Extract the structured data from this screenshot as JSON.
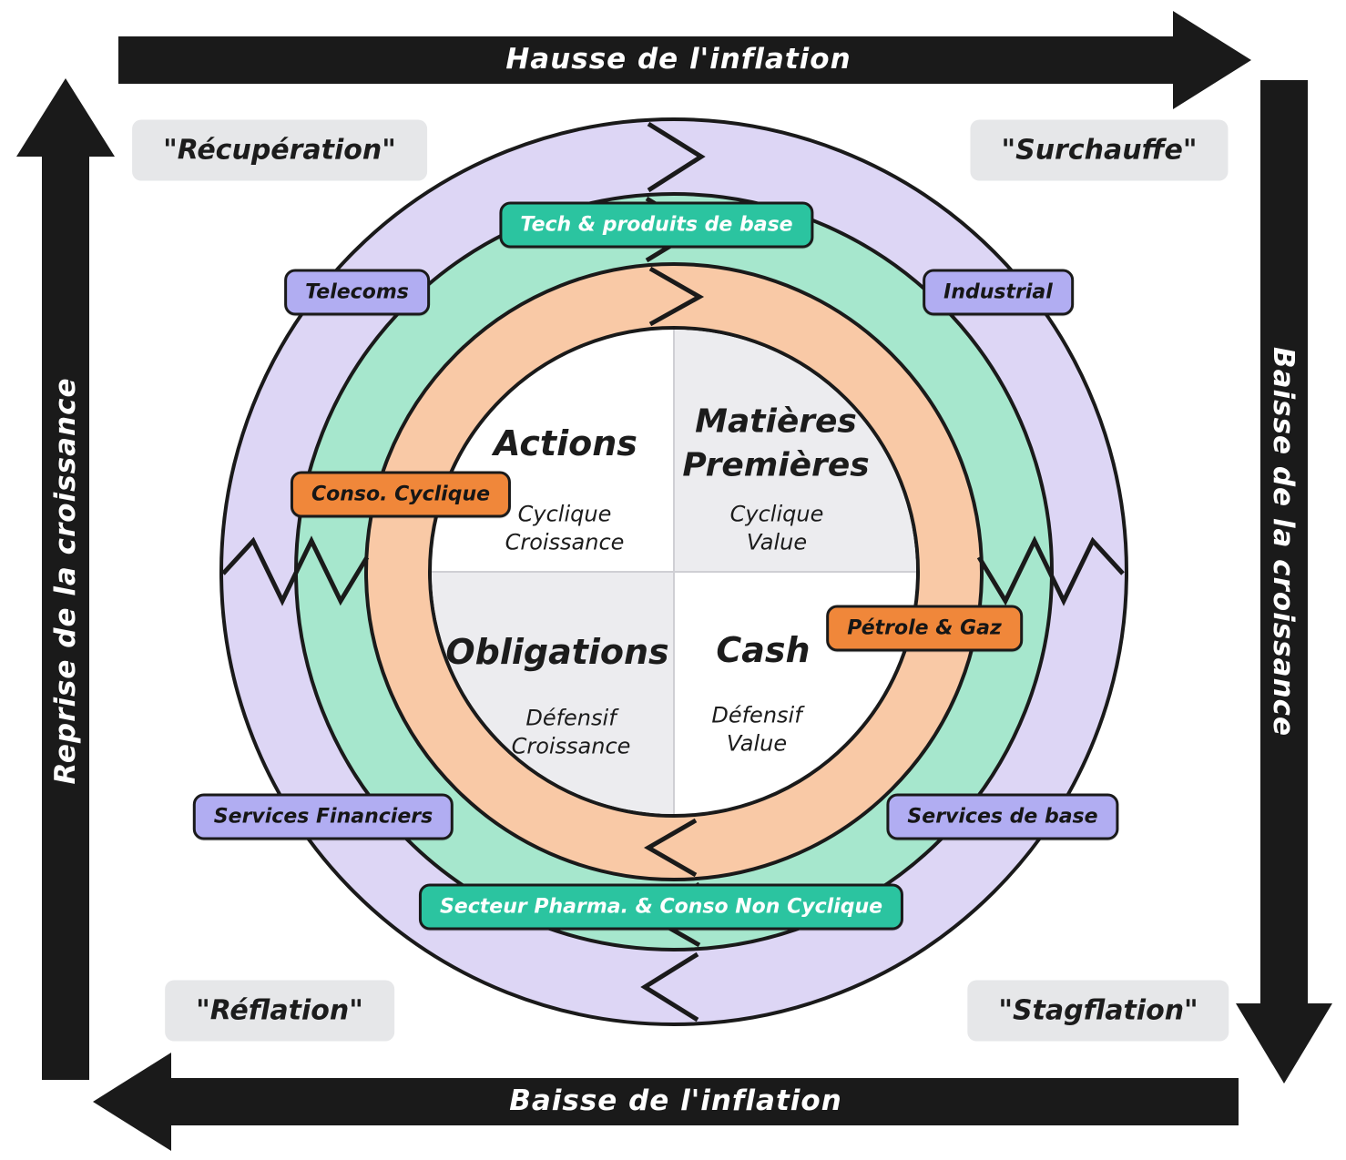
{
  "axes": {
    "top": "Hausse de l'inflation",
    "bottom": "Baisse de l'inflation",
    "left": "Reprise de la croissance",
    "right": "Baisse de la croissance"
  },
  "phases": {
    "top_left": "\"Récupération\"",
    "top_right": "\"Surchauffe\"",
    "bottom_left": "\"Réflation\"",
    "bottom_right": "\"Stagflation\""
  },
  "quadrants": {
    "actions": {
      "title": "Actions",
      "style_line1": "Cyclique",
      "style_line2": "Croissance"
    },
    "matieres_premieres": {
      "title_line1": "Matières",
      "title_line2": "Premières",
      "style_line1": "Cyclique",
      "style_line2": "Value"
    },
    "obligations": {
      "title": "Obligations",
      "style_line1": "Défensif",
      "style_line2": "Croissance"
    },
    "cash": {
      "title": "Cash",
      "style_line1": "Défensif",
      "style_line2": "Value"
    }
  },
  "sectors": {
    "tech": "Tech & produits de base",
    "telecoms": "Telecoms",
    "industrial": "Industrial",
    "conso_cyclique": "Conso. Cyclique",
    "petrole_gaz": "Pétrole & Gaz",
    "services_financiers": "Services Financiers",
    "services_de_base": "Services de base",
    "pharma_conso": "Secteur Pharma. & Conso Non Cyclique"
  },
  "colors": {
    "arrow_black": "#1a1a1a",
    "ring_outer_lavender": "#ddd6f5",
    "ring_middle_mint": "#a6e7cd",
    "ring_inner_peach": "#f9c9a6",
    "center_white": "#ffffff",
    "quadrant_gray": "#ececef",
    "sector_green": "#2bc4a0",
    "sector_purple": "#b1adf2",
    "sector_orange": "#f0873a",
    "phase_gray": "#e6e7e9"
  }
}
